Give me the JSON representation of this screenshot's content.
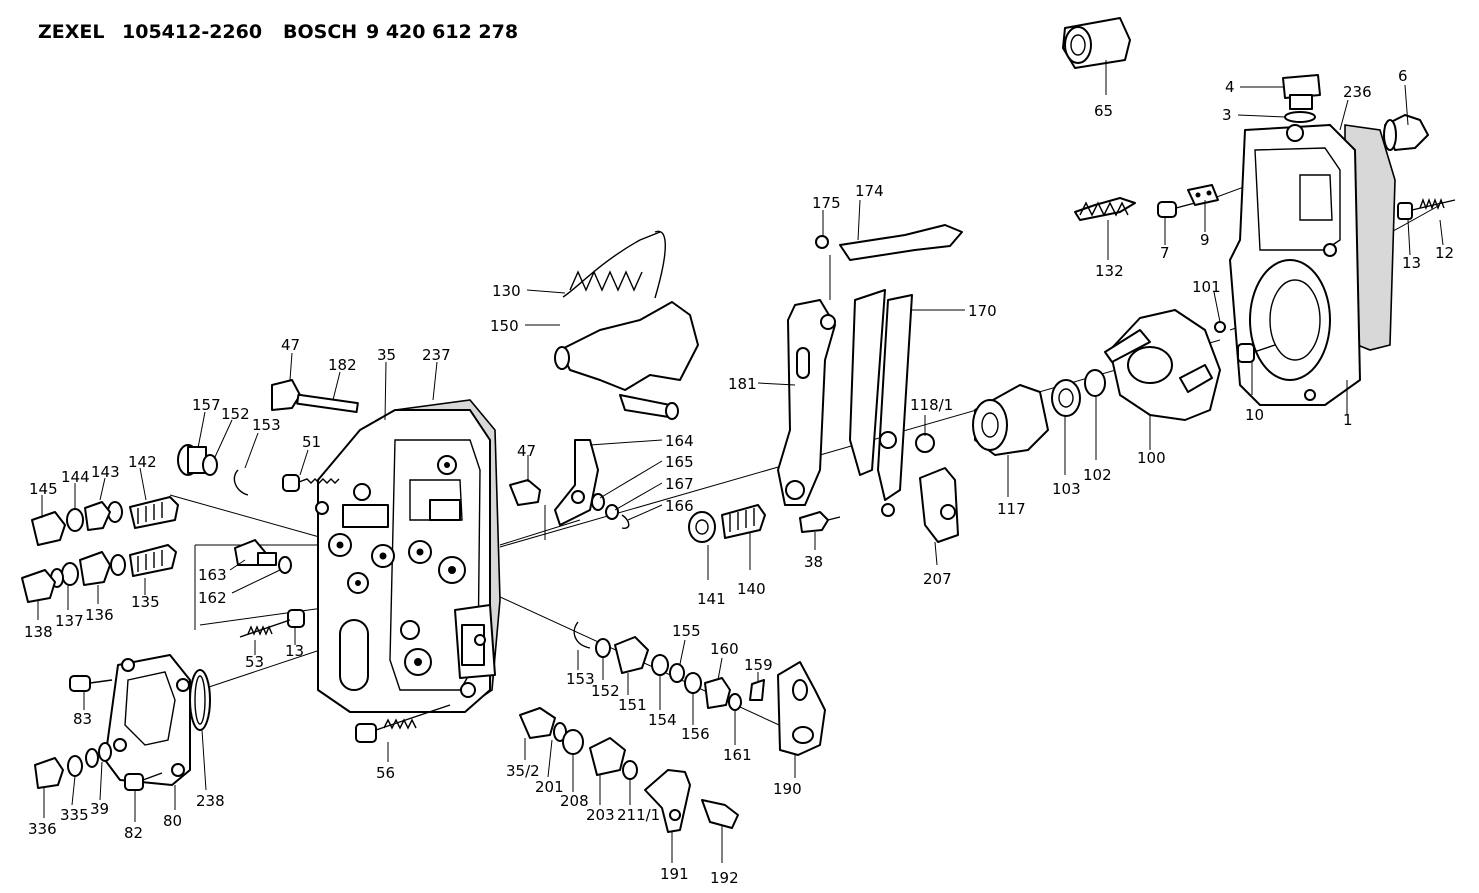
{
  "header": {
    "brand1": "ZEXEL",
    "part_no1": "105412-2260",
    "brand2": "BOSCH",
    "part_no2": "9 420 612 278"
  },
  "labels": {
    "p1": "1",
    "p3": "3",
    "p4": "4",
    "p6": "6",
    "p7": "7",
    "p9": "9",
    "p10": "10",
    "p12": "12",
    "p13a": "13",
    "p13b": "13",
    "p35": "35",
    "p35_2": "35/2",
    "p38": "38",
    "p39": "39",
    "p47a": "47",
    "p47b": "47",
    "p51": "51",
    "p53": "53",
    "p56": "56",
    "p65": "65",
    "p80": "80",
    "p82": "82",
    "p83": "83",
    "p100": "100",
    "p101": "101",
    "p102": "102",
    "p103": "103",
    "p117": "117",
    "p118_1": "118/1",
    "p130": "130",
    "p132": "132",
    "p135": "135",
    "p136": "136",
    "p137": "137",
    "p138": "138",
    "p140": "140",
    "p141": "141",
    "p142": "142",
    "p143": "143",
    "p144": "144",
    "p145": "145",
    "p150": "150",
    "p151": "151",
    "p152a": "152",
    "p152b": "152",
    "p153a": "153",
    "p153b": "153",
    "p154": "154",
    "p155": "155",
    "p156": "156",
    "p157": "157",
    "p159": "159",
    "p160": "160",
    "p161": "161",
    "p162": "162",
    "p163": "163",
    "p164": "164",
    "p165": "165",
    "p166": "166",
    "p167": "167",
    "p170": "170",
    "p174": "174",
    "p175": "175",
    "p181": "181",
    "p182": "182",
    "p190": "190",
    "p191": "191",
    "p192": "192",
    "p201": "201",
    "p203": "203",
    "p207": "207",
    "p208": "208",
    "p211_1": "211/1",
    "p236": "236",
    "p237": "237",
    "p238": "238",
    "p335": "335",
    "p336": "336"
  }
}
